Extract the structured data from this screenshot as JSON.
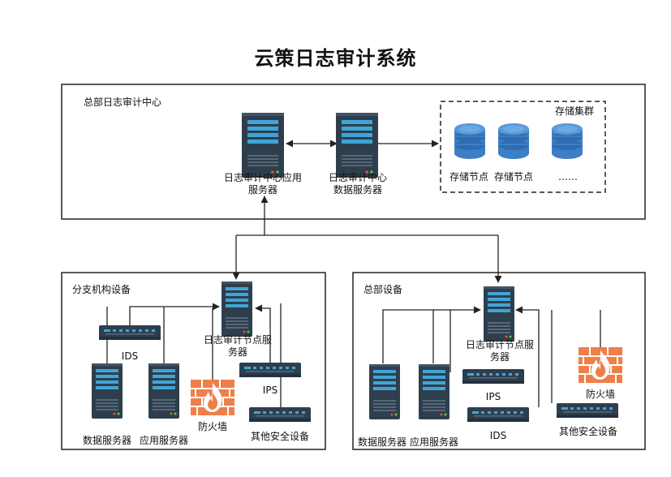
{
  "title": "云策日志审计系统",
  "hq_center": {
    "label": "总部日志审计中心",
    "app_server": "日志审计中心应用服务器",
    "data_server": "日志审计中心数据服务器",
    "storage_cluster": {
      "label": "存储集群",
      "nodes": [
        "存储节点",
        "存储节点",
        "……"
      ]
    }
  },
  "branch": {
    "label": "分支机构设备",
    "node_server": "日志审计节点服务器",
    "ids": "IDS",
    "data_server": "数据服务器",
    "app_server": "应用服务器",
    "firewall": "防火墙",
    "ips": "IPS",
    "other": "其他安全设备"
  },
  "hq_devices": {
    "label": "总部设备",
    "node_server": "日志审计节点服务器",
    "data_server": "数据服务器",
    "app_server": "应用服务器",
    "ips": "IPS",
    "ids": "IDS",
    "firewall": "防火墙",
    "other": "其他安全设备"
  },
  "colors": {
    "server_body": "#2f3e4d",
    "server_panel": "#3fa5d8",
    "firewall": "#ef7f4a",
    "database": "#3d7fc6",
    "line": "#222222"
  }
}
